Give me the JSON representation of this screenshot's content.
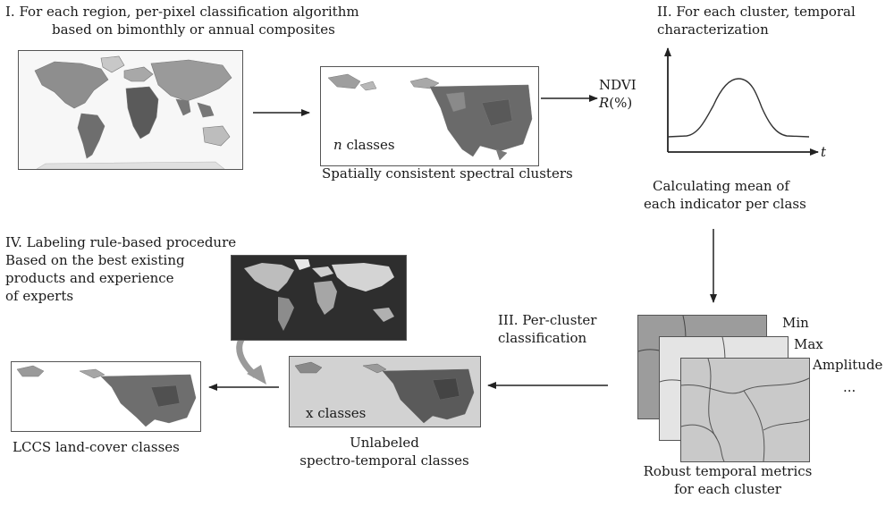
{
  "step1": {
    "title_line1": "I. For each region, per-pixel classification algorithm",
    "title_line2": "based on bimonthly or annual composites"
  },
  "clusters": {
    "n_var": "n",
    "n_suffix": " classes",
    "caption": "Spatially consistent spectral clusters"
  },
  "step2": {
    "title_line1": "II. For each cluster, temporal",
    "title_line2": "characterization",
    "y_label1": "NDVI",
    "y_label2_var": "R",
    "y_label2_unit": "(%)",
    "x_label": "t",
    "caption_line1": "Calculating mean of",
    "caption_line2": "each indicator per class"
  },
  "metrics": {
    "items": [
      "Min",
      "Max",
      "Amplitude",
      "..."
    ],
    "caption_line1": "Robust temporal metrics",
    "caption_line2": "for each cluster"
  },
  "step3": {
    "title_line1": "III. Per-cluster",
    "title_line2": "classification"
  },
  "step4": {
    "title_line1": "IV. Labeling rule-based procedure",
    "title_line2": "Based on the best existing",
    "title_line3": "products and experience",
    "title_line4": "of experts"
  },
  "unlabeled": {
    "count_label": "x classes",
    "caption_line1": "Unlabeled",
    "caption_line2": "spectro-temporal classes"
  },
  "lccs": {
    "caption": "LCCS land-cover classes"
  }
}
